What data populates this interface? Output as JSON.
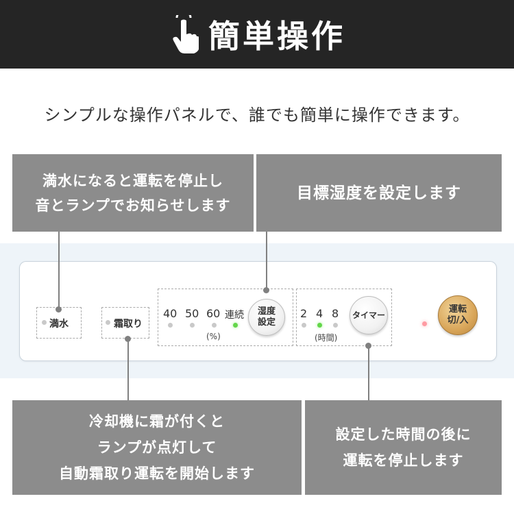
{
  "header": {
    "title": "簡単操作",
    "icon": "tap-hand-icon"
  },
  "subtitle": "シンプルな操作パネルで、誰でも簡単に操作できます。",
  "callouts": {
    "full_water": [
      "満水になると運転を停止し",
      "音とランプでお知らせします"
    ],
    "humidity": "目標湿度を設定します",
    "defrost": [
      "冷却機に霜が付くと",
      "ランプが点灯して",
      "自動霜取り運転を開始します"
    ],
    "timer": [
      "設定した時間の後に",
      "運転を停止します"
    ]
  },
  "panel": {
    "full_water_label": "満水",
    "defrost_label": "霜取り",
    "humidity_levels": [
      "40",
      "50",
      "60",
      "連続"
    ],
    "humidity_unit": "(%)",
    "humidity_button": [
      "湿度",
      "設定"
    ],
    "timer_levels": [
      "2",
      "4",
      "8"
    ],
    "timer_unit": "(時間)",
    "timer_button": "タイマー",
    "power_button": [
      "運転",
      "切/入"
    ],
    "active_humidity": "連続",
    "active_timer": "4",
    "colors": {
      "led_green": "#63d64a",
      "led_off": "#c9c9c9",
      "led_red": "#ff9aa2",
      "callout_bg": "#8c8c8c",
      "header_bg": "#252525"
    }
  }
}
